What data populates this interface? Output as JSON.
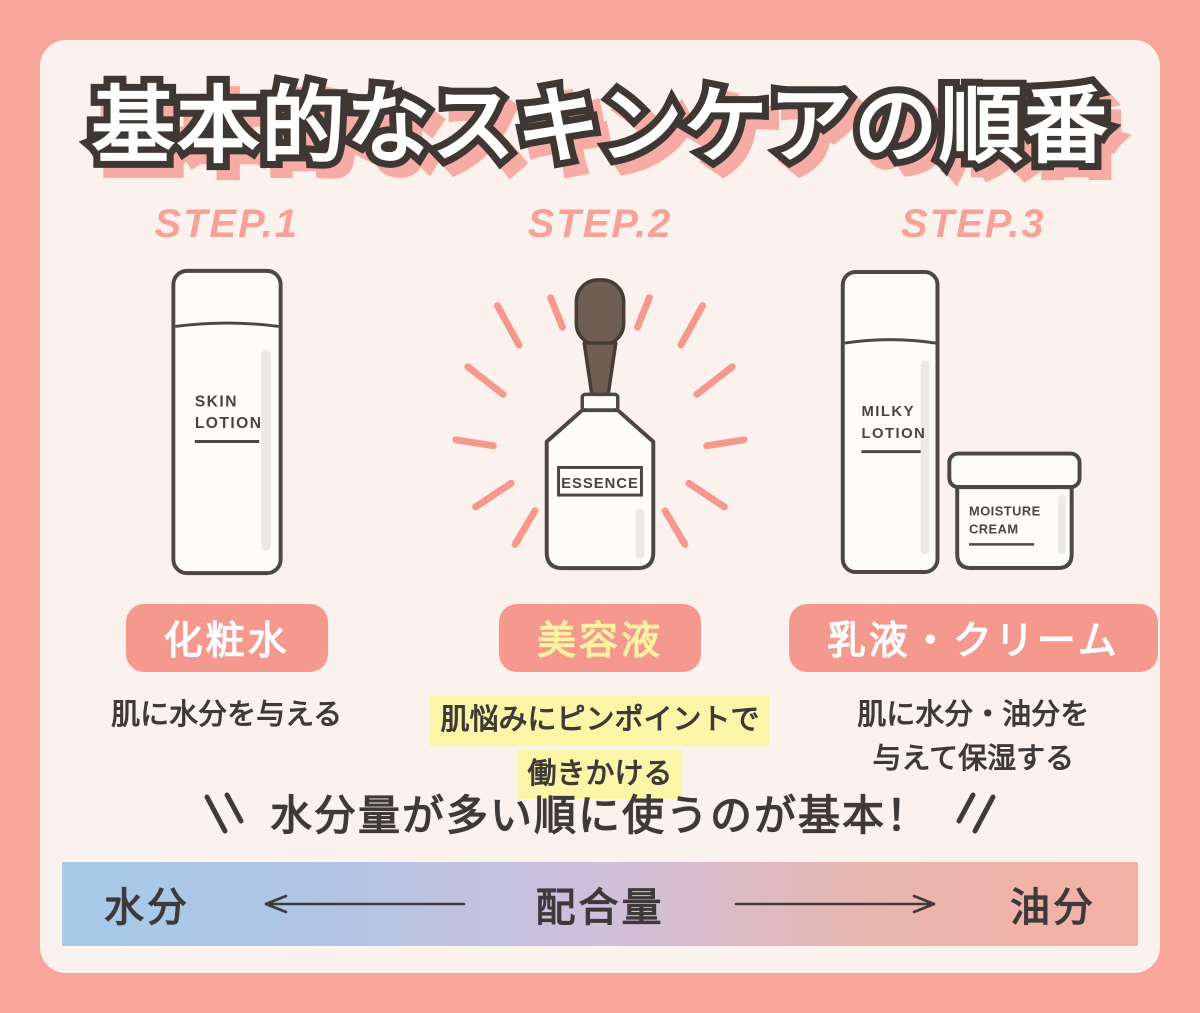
{
  "title": "基本的なスキンケアの順番",
  "steps": [
    {
      "label": "STEP.1",
      "product_lines": [
        "SKIN",
        "LOTION"
      ],
      "name": "化粧水",
      "desc_lines": [
        "肌に水分を与える"
      ]
    },
    {
      "label": "STEP.2",
      "product_lines": [
        "ESSENCE"
      ],
      "name": "美容液",
      "desc_lines": [
        "肌悩みにピンポイントで",
        "働きかける"
      ]
    },
    {
      "label": "STEP.3",
      "bottle_lines": [
        "MILKY",
        "LOTION"
      ],
      "jar_lines": [
        "MOISTURE",
        "CREAM"
      ],
      "name": "乳液・クリーム",
      "desc_lines": [
        "肌に水分・油分を",
        "与えて保湿する"
      ]
    }
  ],
  "slogan": "水分量が多い順に使うのが基本！",
  "scale_bar": {
    "left_label": "水分",
    "center_label": "配合量",
    "right_label": "油分"
  },
  "colors": {
    "background": "#F8A59C",
    "card_background": "#FCF2ED",
    "accent_salmon": "#F5998F",
    "step_label": "#F5A29A",
    "pill_text_step2": "#FAF3A2",
    "highlight_yellow": "#FBF5A8",
    "text_dark": "#3E3A39",
    "title_outline": "#3F3733",
    "title_shadow": "#F6ACA4",
    "gradient_left": "#A7CAE9",
    "gradient_right": "#F4B1A6"
  }
}
